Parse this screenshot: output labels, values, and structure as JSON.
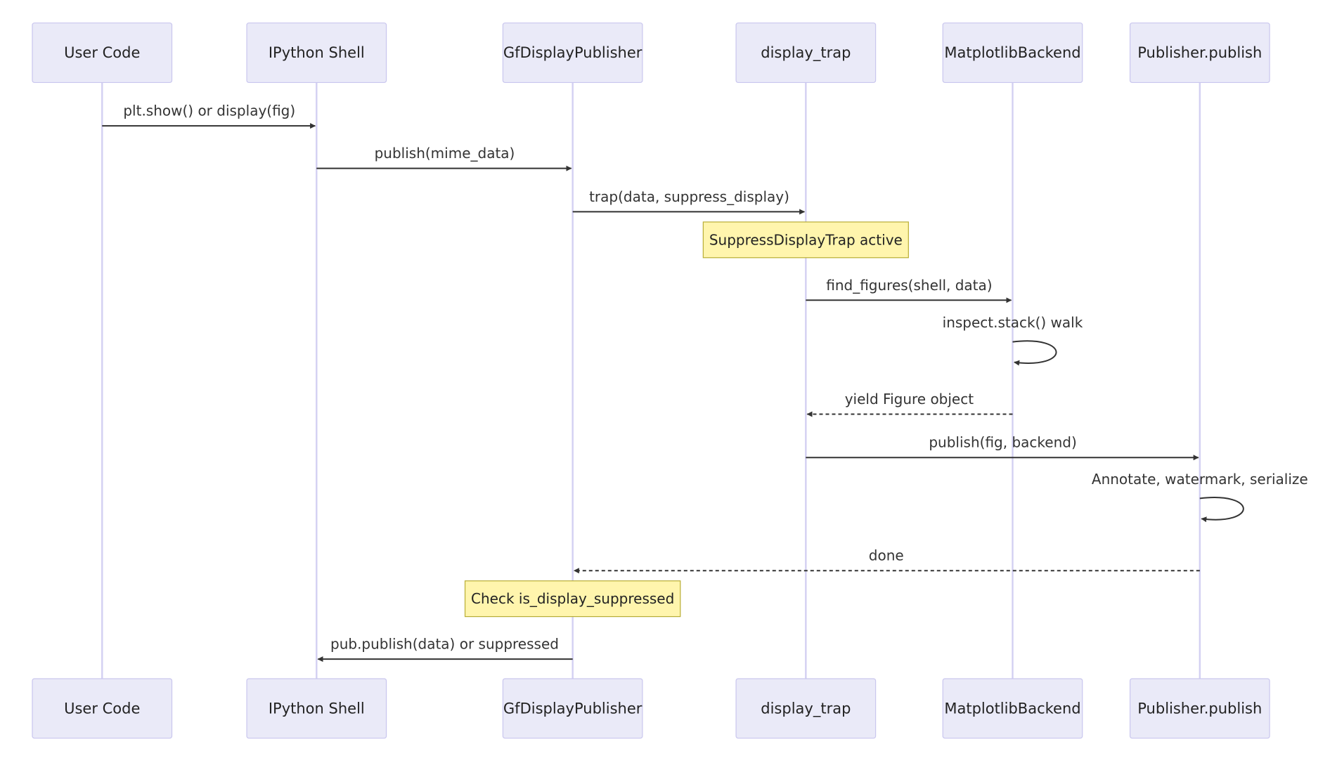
{
  "actors": [
    {
      "id": "user",
      "label": "User Code"
    },
    {
      "id": "shell",
      "label": "IPython Shell"
    },
    {
      "id": "gf",
      "label": "GfDisplayPublisher"
    },
    {
      "id": "trap",
      "label": "display_trap"
    },
    {
      "id": "mpl",
      "label": "MatplotlibBackend"
    },
    {
      "id": "pub",
      "label": "Publisher.publish"
    }
  ],
  "messages": [
    {
      "from": "user",
      "to": "shell",
      "label": "plt.show() or display(fig)",
      "style": "solid"
    },
    {
      "from": "shell",
      "to": "gf",
      "label": "publish(mime_data)",
      "style": "solid"
    },
    {
      "from": "gf",
      "to": "trap",
      "label": "trap(data, suppress_display)",
      "style": "solid"
    },
    {
      "type": "note",
      "over": "trap",
      "label": "SuppressDisplayTrap active"
    },
    {
      "from": "trap",
      "to": "mpl",
      "label": "find_figures(shell, data)",
      "style": "solid"
    },
    {
      "from": "mpl",
      "to": "mpl",
      "label": "inspect.stack() walk",
      "style": "solid"
    },
    {
      "from": "mpl",
      "to": "trap",
      "label": "yield Figure object",
      "style": "dashed"
    },
    {
      "from": "trap",
      "to": "pub",
      "label": "publish(fig, backend)",
      "style": "solid"
    },
    {
      "from": "pub",
      "to": "pub",
      "label": "Annotate, watermark, serialize",
      "style": "solid"
    },
    {
      "from": "pub",
      "to": "gf",
      "label": "done",
      "style": "dashed"
    },
    {
      "type": "note",
      "over": "gf",
      "label": "Check is_display_suppressed"
    },
    {
      "from": "gf",
      "to": "shell",
      "label": "pub.publish(data) or suppressed",
      "style": "solid"
    }
  ],
  "colors": {
    "actor_fill": "#eaeaf8",
    "actor_border": "#c9c6ee",
    "lifeline": "#d3d0f2",
    "arrow": "#333333",
    "note_fill": "#fff5ad",
    "note_border": "#b8ad33"
  }
}
